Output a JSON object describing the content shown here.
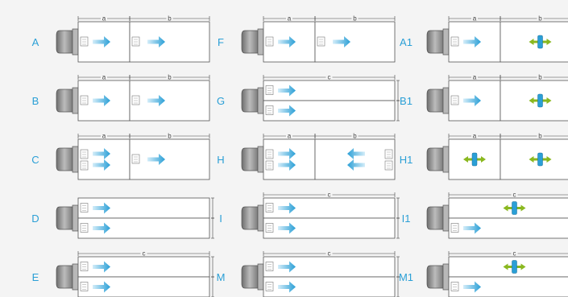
{
  "dimension_labels": {
    "a": "a",
    "b": "b",
    "c": "c"
  },
  "colors": {
    "label": "#2a9fd6",
    "arrow_dark": "#2a9fd6",
    "arrow_light": "#d4edf9",
    "green": "#8ab81f",
    "outline": "#555555"
  },
  "columns": [
    {
      "rows": [
        {
          "label": "A",
          "type": "split",
          "top": [
            "arrow"
          ],
          "bottom": [
            "arrow"
          ],
          "dims": "ab"
        },
        {
          "label": "B",
          "type": "split",
          "top": [
            "arrow"
          ],
          "bottom": [
            "arrow"
          ],
          "dims": "ab"
        },
        {
          "label": "C",
          "type": "split",
          "top": [
            "arrow2"
          ],
          "bottom": [
            "arrow"
          ],
          "dims": "ab"
        },
        {
          "label": "D",
          "type": "double",
          "top": [
            "arrow"
          ],
          "bottom": [
            "arrow"
          ],
          "dims": "c-side"
        },
        {
          "label": "E",
          "type": "double",
          "top": [
            "arrow"
          ],
          "bottom": [
            "arrow"
          ],
          "dims": "c"
        }
      ]
    },
    {
      "rows": [
        {
          "label": "F",
          "type": "split",
          "top": [
            "arrow"
          ],
          "bottom": [
            "arrow"
          ],
          "dims": "ab"
        },
        {
          "label": "G",
          "type": "double",
          "top": [
            "arrow"
          ],
          "bottom": [
            "arrow"
          ],
          "dims": "c"
        },
        {
          "label": "H",
          "type": "split",
          "top": [
            "arrow2"
          ],
          "bottom": [
            "arrow2-rev"
          ],
          "dims": "ab"
        },
        {
          "label": "I",
          "type": "double",
          "top": [
            "arrow"
          ],
          "bottom": [
            "arrow"
          ],
          "dims": "c"
        },
        {
          "label": "M",
          "type": "double",
          "top": [
            "arrow"
          ],
          "bottom": [
            "arrow"
          ],
          "dims": "c"
        }
      ]
    },
    {
      "rows": [
        {
          "label": "A1",
          "type": "split",
          "top": [
            "arrow"
          ],
          "bottom": [
            "green"
          ],
          "dims": "ab"
        },
        {
          "label": "B1",
          "type": "split",
          "top": [
            "arrow"
          ],
          "bottom": [
            "green"
          ],
          "dims": "ab"
        },
        {
          "label": "H1",
          "type": "split",
          "top": [
            "green"
          ],
          "bottom": [
            "green"
          ],
          "dims": "ab"
        },
        {
          "label": "I1",
          "type": "double",
          "top": [
            "green"
          ],
          "bottom": [
            "arrow"
          ],
          "dims": "c"
        },
        {
          "label": "M1",
          "type": "double",
          "top": [
            "green"
          ],
          "bottom": [
            "arrow"
          ],
          "dims": "c"
        }
      ]
    }
  ]
}
